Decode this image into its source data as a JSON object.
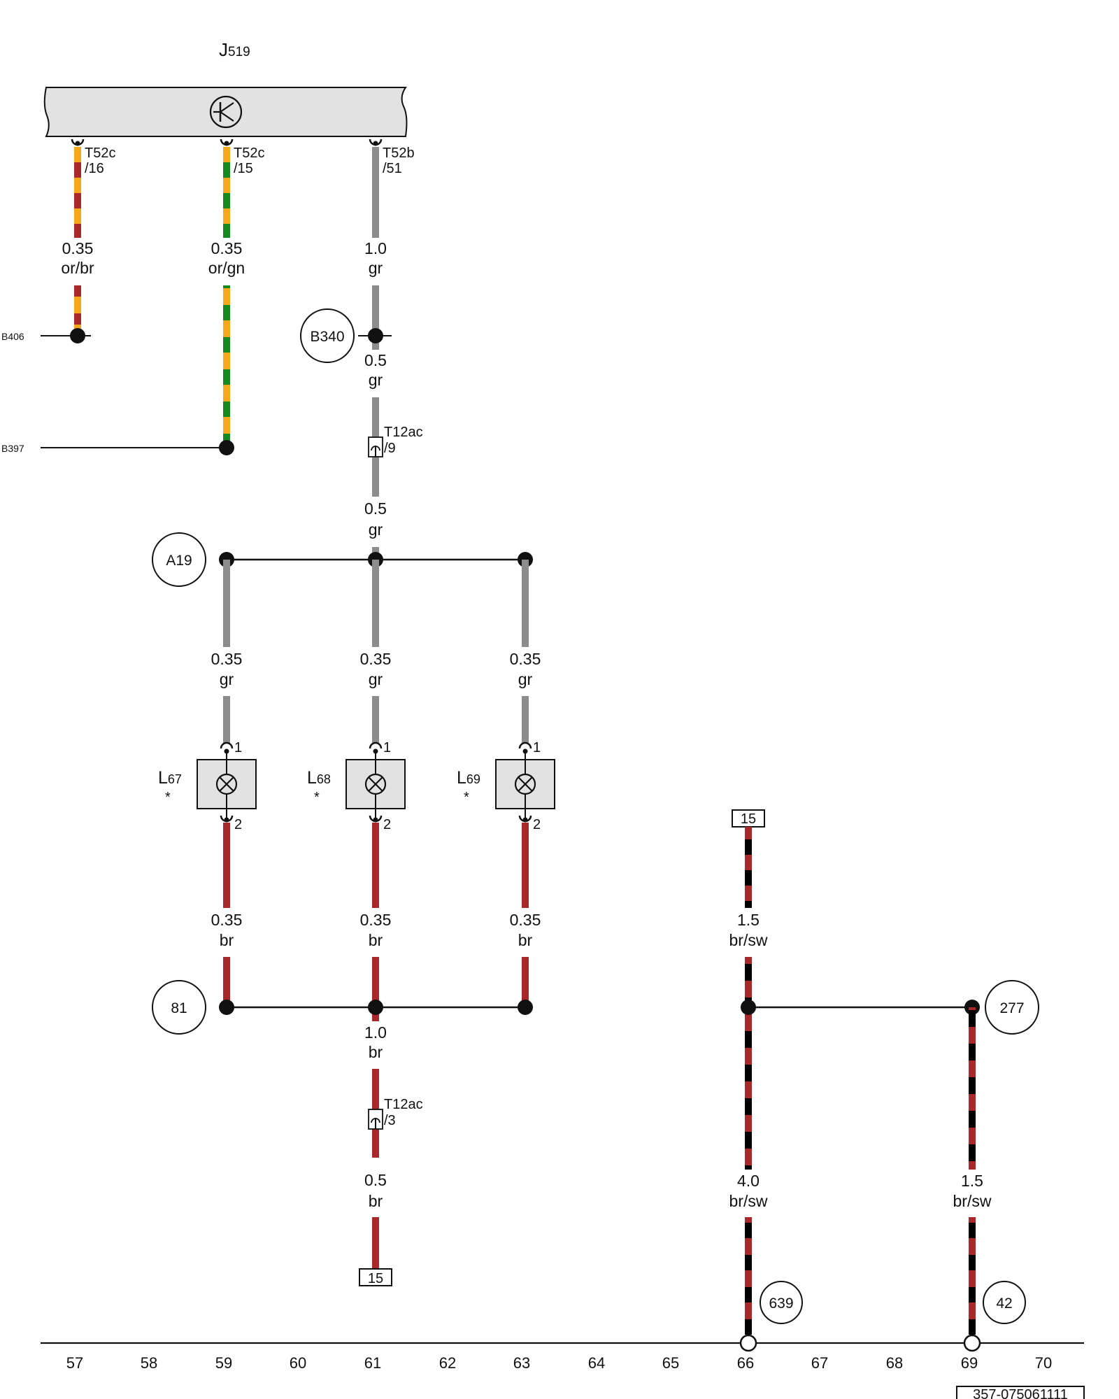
{
  "control_unit": {
    "name": "J",
    "sub": "519"
  },
  "connectors": {
    "t52c_16": {
      "name": "T52c",
      "pin": "/16"
    },
    "t52c_15": {
      "name": "T52c",
      "pin": "/15"
    },
    "t52b_51": {
      "name": "T52b",
      "pin": "/51"
    },
    "t12ac_9": {
      "name": "T12ac",
      "pin": "/9"
    },
    "t12ac_3": {
      "name": "T12ac",
      "pin": "/3"
    }
  },
  "wires": {
    "w_orbr": {
      "size": "0.35",
      "color": "or/br"
    },
    "w_orgn": {
      "size": "0.35",
      "color": "or/gn"
    },
    "w_gr_top": {
      "size": "1.0",
      "color": "gr"
    },
    "w_gr_mid": {
      "size": "0.5",
      "color": "gr"
    },
    "w_gr_low": {
      "size": "0.5",
      "color": "gr"
    },
    "w_gr_l67": {
      "size": "0.35",
      "color": "gr"
    },
    "w_gr_l68": {
      "size": "0.35",
      "color": "gr"
    },
    "w_gr_l69": {
      "size": "0.35",
      "color": "gr"
    },
    "w_br_l67": {
      "size": "0.35",
      "color": "br"
    },
    "w_br_l68": {
      "size": "0.35",
      "color": "br"
    },
    "w_br_l69": {
      "size": "0.35",
      "color": "br"
    },
    "w_br_mid": {
      "size": "1.0",
      "color": "br"
    },
    "w_br_low": {
      "size": "0.5",
      "color": "br"
    },
    "w_brsw_top": {
      "size": "1.5",
      "color": "br/sw"
    },
    "w_brsw_66": {
      "size": "4.0",
      "color": "br/sw"
    },
    "w_brsw_69": {
      "size": "1.5",
      "color": "br/sw"
    }
  },
  "refs": {
    "b406": "B406",
    "b397": "B397"
  },
  "circles": {
    "b340": "B340",
    "a19": "A19",
    "c81": "81",
    "c277": "277",
    "c639": "639",
    "c42": "42"
  },
  "lamps": {
    "l67": {
      "name": "L",
      "sub": "67",
      "note": "*",
      "pin1": "1",
      "pin2": "2"
    },
    "l68": {
      "name": "L",
      "sub": "68",
      "note": "*",
      "pin1": "1",
      "pin2": "2"
    },
    "l69": {
      "name": "L",
      "sub": "69",
      "note": "*",
      "pin1": "1",
      "pin2": "2"
    }
  },
  "terminals": {
    "t15_top": "15",
    "t15_bottom": "15"
  },
  "columns": [
    "57",
    "58",
    "59",
    "60",
    "61",
    "62",
    "63",
    "64",
    "65",
    "66",
    "67",
    "68",
    "69",
    "70"
  ],
  "doc_number": "357-075061111",
  "colors": {
    "orange": "#f5a81c",
    "brown": "#a8282c",
    "green": "#15881e",
    "grey": "#8c8c8c",
    "black": "#000000",
    "unit_fill": "#e2e2e2"
  }
}
